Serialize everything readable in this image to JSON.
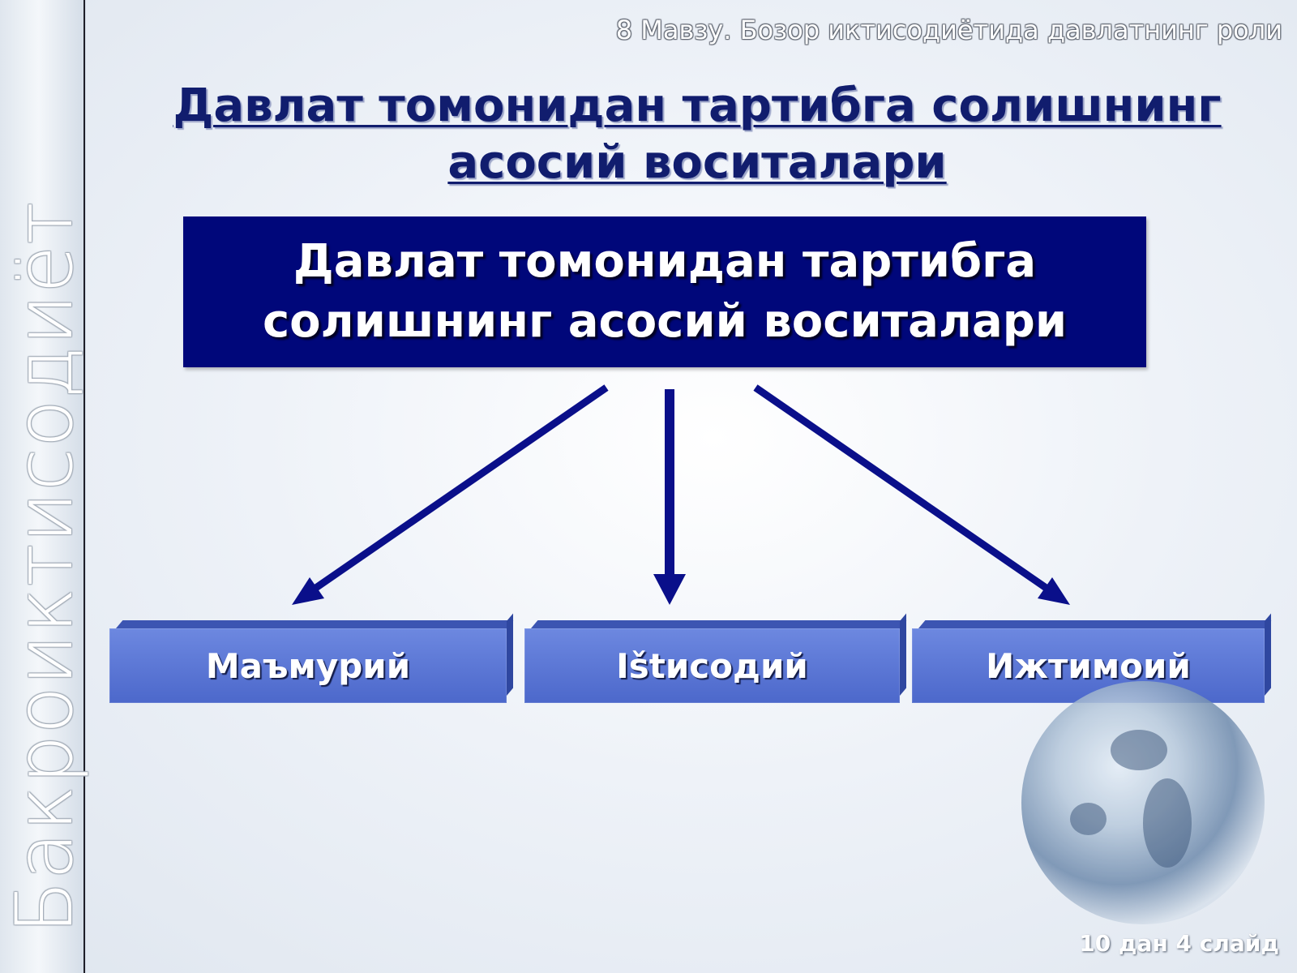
{
  "header": {
    "topic": "8 Мавзу. Бозор иктисодиётида давлатнинг роли"
  },
  "sidebar": {
    "vertical_text": "Бакроиктисодиёт"
  },
  "slide": {
    "title_line1": "Давлат томонидан тартибга солишнинг",
    "title_line2": "асосий воситалари"
  },
  "diagram": {
    "root": {
      "line1": "Давлат томонидан тартибга",
      "line2": "солишнинг асосий воситалари"
    },
    "children": [
      {
        "label": "Маъмурий"
      },
      {
        "label": "Ištисодий"
      },
      {
        "label": "Ижтимоий"
      }
    ],
    "colors": {
      "root_fill": "#00077a",
      "child_fill": "#5672d4",
      "arrow": "#0a0f8a"
    }
  },
  "footer": {
    "slide_number": "10 дан 4 слайд"
  }
}
